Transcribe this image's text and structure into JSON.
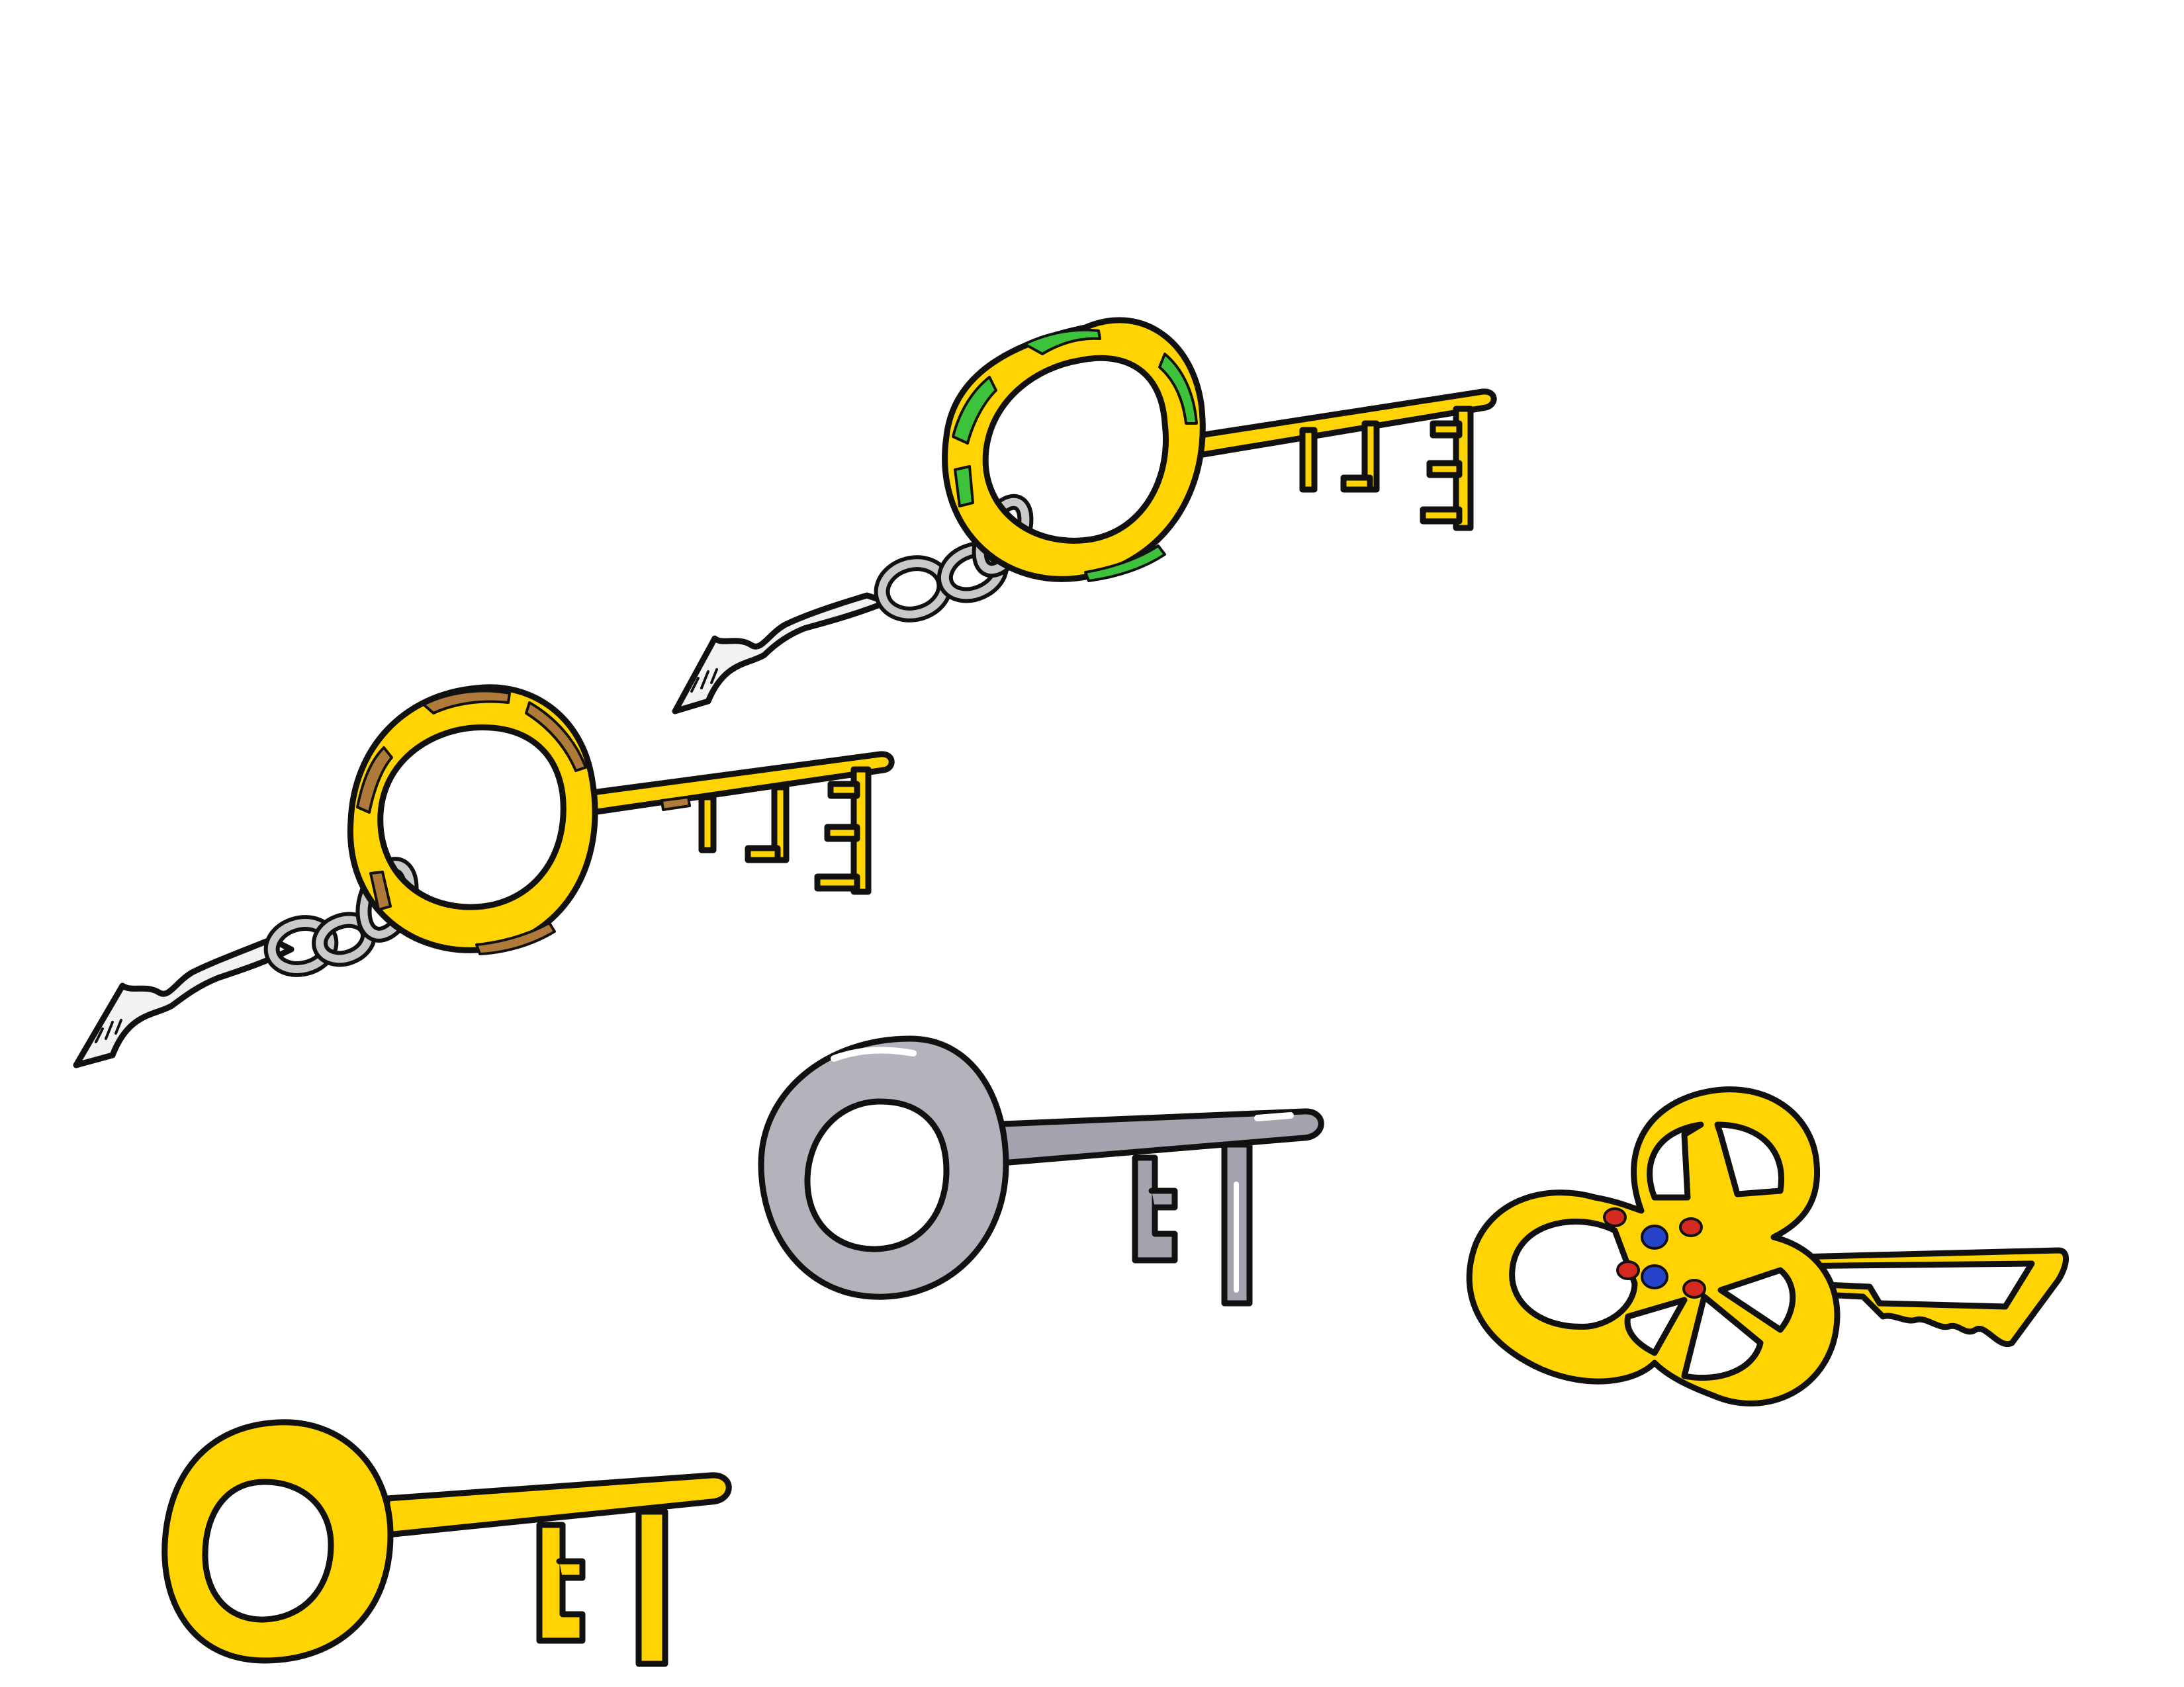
{
  "scene": {
    "description_type": "illustration",
    "background": "#ffffff",
    "outline": "#111111"
  },
  "colors": {
    "gold": "#FFD400",
    "silver": "#B3B3BB",
    "silver_dark": "#A3A3AE",
    "chain": "#C9C9C9",
    "tag": "#F2F2F2",
    "rust": "#B07A3A",
    "moss": "#3DC23B",
    "gem_red": "#D42A1F",
    "gem_blue": "#2443C9"
  },
  "keys": [
    {
      "id": "rusty-key-with-chain",
      "material": "gold",
      "wear": "rust",
      "has_chain": true,
      "has_tag": true
    },
    {
      "id": "mossy-key-with-chain",
      "material": "gold",
      "wear": "moss",
      "has_chain": true,
      "has_tag": true
    },
    {
      "id": "silver-key",
      "material": "silver",
      "wear": "none",
      "has_chain": false,
      "has_tag": false
    },
    {
      "id": "ornate-jeweled-key",
      "material": "gold",
      "wear": "none",
      "gems": [
        "gem_red",
        "gem_red",
        "gem_red",
        "gem_red",
        "gem_blue",
        "gem_blue"
      ]
    },
    {
      "id": "plain-gold-key",
      "material": "gold",
      "wear": "none",
      "has_chain": false,
      "has_tag": false
    }
  ]
}
